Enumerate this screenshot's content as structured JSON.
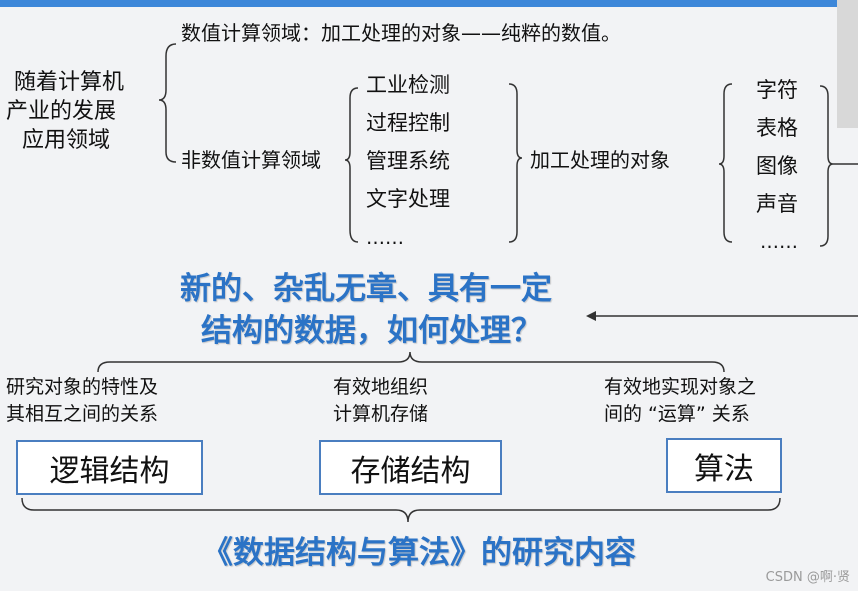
{
  "topic": {
    "line1": "随着计算机",
    "line2": "产业的发展",
    "line3": "应用领域"
  },
  "numeric_domain": "数值计算领域：加工处理的对象——纯粹的数值。",
  "nonnumeric_domain": "非数值计算领域",
  "applications": [
    "工业检测",
    "过程控制",
    "管理系统",
    "文字处理",
    "……"
  ],
  "objects_label": "加工处理的对象",
  "object_types": [
    "字符",
    "表格",
    "图像",
    "声音",
    "……"
  ],
  "question": {
    "line1": "新的、杂乱无章、具有一定",
    "line2": "结构的数据，如何处理？"
  },
  "aspects": [
    {
      "desc_line1": "研究对象的特性及",
      "desc_line2": "其相互之间的关系",
      "box": "逻辑结构"
    },
    {
      "desc_line1": "有效地组织",
      "desc_line2": "计算机存储",
      "box": "存储结构"
    },
    {
      "desc_line1": "有效地实现对象之",
      "desc_line2": "间的 “运算” 关系",
      "box": "算法"
    }
  ],
  "conclusion": "《数据结构与算法》的研究内容",
  "watermark": "CSDN @啊·贤",
  "colors": {
    "accent_blue": "#2b73c6",
    "box_border": "#4a7ec0",
    "top_bar": "#3d87d9"
  }
}
